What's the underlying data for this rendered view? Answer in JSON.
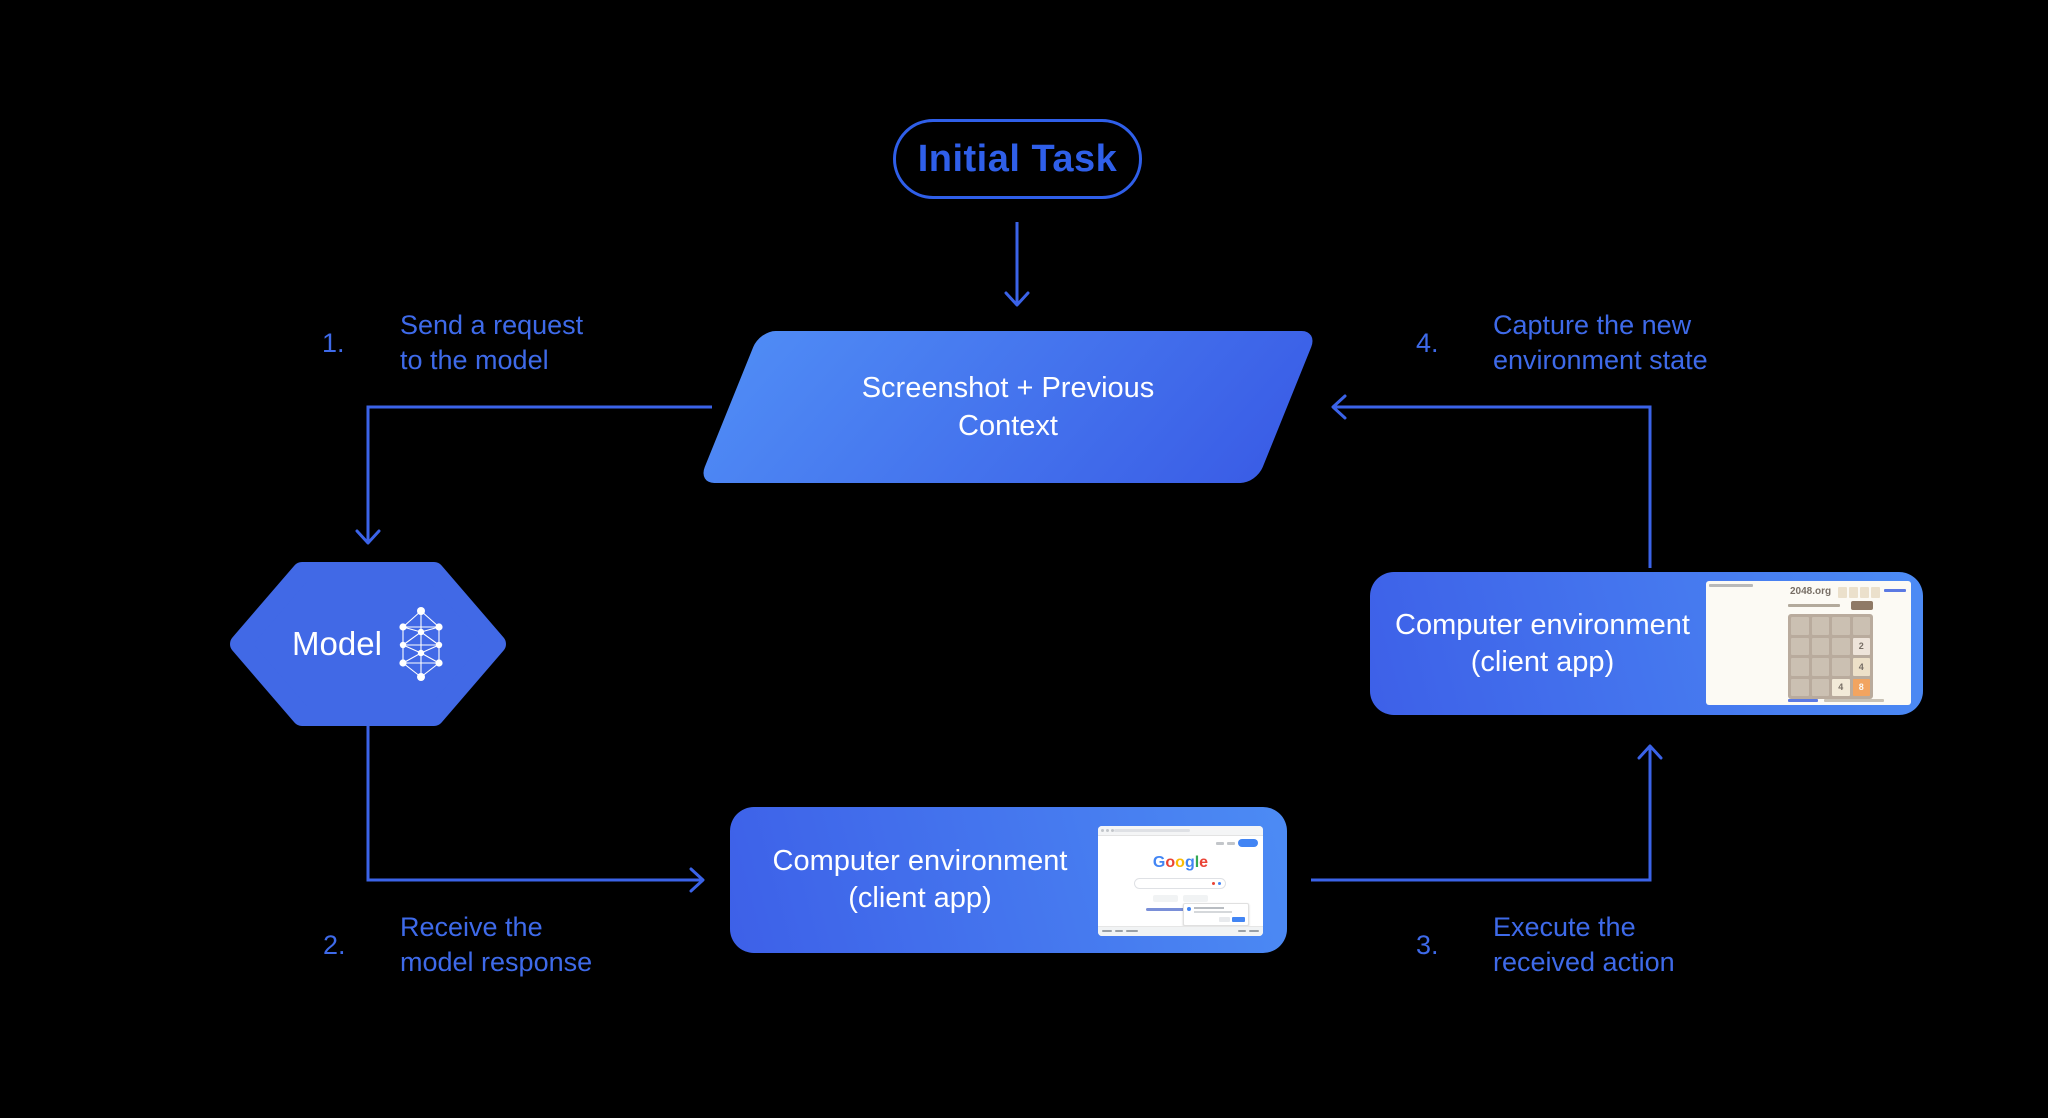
{
  "colors": {
    "background": "#000000",
    "accent_blue": "#3e6ae9",
    "pill_blue": "#2f5fe9",
    "node_gradient_from": "#4f8bf5",
    "node_gradient_to": "#3a5de6",
    "tile_2_bg": "#eee4da",
    "tile_4_bg": "#ede0c8",
    "tile_8_bg": "#f2a460"
  },
  "nodes": {
    "initial_task": {
      "label": "Initial Task"
    },
    "context": {
      "line1": "Screenshot + Previous",
      "line2": "Context"
    },
    "model": {
      "label": "Model"
    },
    "env_bottom": {
      "line1": "Computer environment",
      "line2": "(client app)"
    },
    "env_right": {
      "line1": "Computer environment",
      "line2": "(client app)"
    }
  },
  "steps": {
    "s1": {
      "num": "1.",
      "line1": "Send a request",
      "line2": "to the model"
    },
    "s2": {
      "num": "2.",
      "line1": "Receive the",
      "line2": "model response"
    },
    "s3": {
      "num": "3.",
      "line1": "Execute the",
      "line2": "received action"
    },
    "s4": {
      "num": "4.",
      "line1": "Capture the new",
      "line2": "environment state"
    }
  },
  "thumbnails": {
    "google": {
      "logo_letters": [
        "G",
        "o",
        "o",
        "g",
        "l",
        "e"
      ]
    },
    "game2048": {
      "site_title": "2048.org",
      "tiles": {
        "a": "2",
        "b": "4",
        "c": "4",
        "d": "8"
      }
    }
  }
}
